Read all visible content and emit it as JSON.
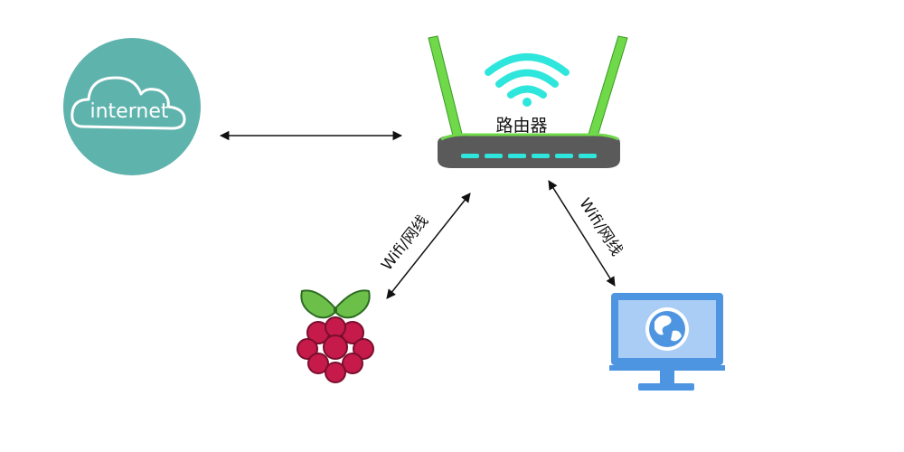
{
  "internet": {
    "label": "internet",
    "circle_color": "#5fb3ad"
  },
  "router": {
    "label": "路由器",
    "antenna_color": "#6fd94a",
    "wifi_color": "#2ee6dc",
    "body_color": "#5a5a5a"
  },
  "links": {
    "pi_label": "Wifi/网线",
    "pc_label": "Wifi/网线"
  },
  "colors": {
    "raspberry_red": "#c51a4a",
    "raspberry_leaf": "#6cc04a",
    "monitor_blue": "#4d95e0",
    "arrow": "#111111"
  }
}
